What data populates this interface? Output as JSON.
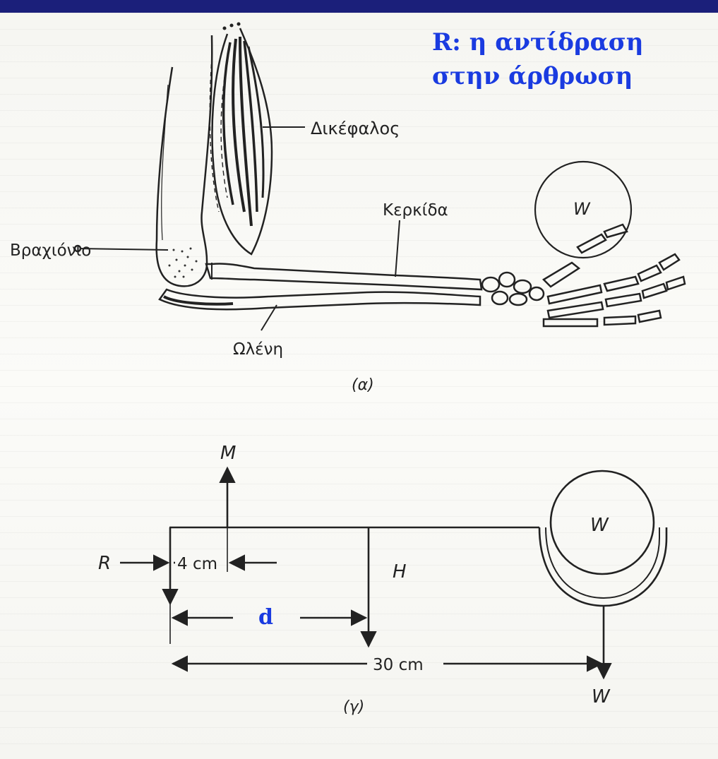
{
  "reaction_note": {
    "line1": "R: η αντίδραση",
    "line2": "στην άρθρωση"
  },
  "figure_a": {
    "labels": {
      "biceps": "Δικέφαλος",
      "radius": "Κερκίδα",
      "humerus": "Βραχιόνιο",
      "ulna": "Ωλένη",
      "weight": "W"
    },
    "caption": "(α)"
  },
  "figure_g": {
    "labels": {
      "muscle_force": "M",
      "joint_reaction": "R",
      "forearm_weight": "H",
      "weight_in_hand": "W",
      "weight_force": "W",
      "distance_d": "d"
    },
    "dimensions": {
      "muscle_offset": "4 cm",
      "total_length": "30 cm"
    },
    "caption": "(γ)"
  },
  "colors": {
    "accent_blue": "#1a3be0",
    "top_bar": "#1b1f7a",
    "ink": "#222222"
  }
}
